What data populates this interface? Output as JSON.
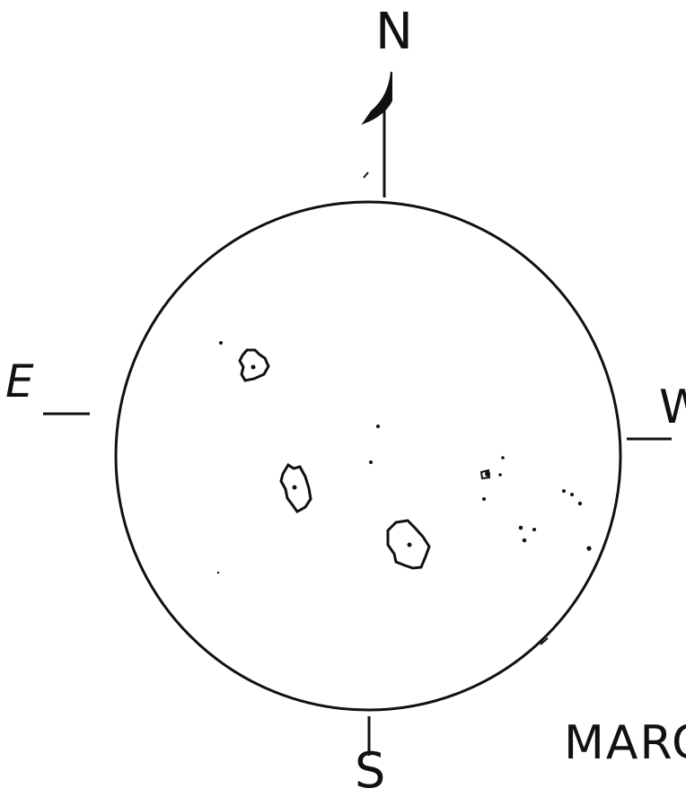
{
  "compass": {
    "north": "N",
    "east": "E",
    "west": "W",
    "south": "S"
  },
  "caption": "MARC",
  "colors": {
    "ink": "#111111",
    "paper": "#ffffff"
  }
}
